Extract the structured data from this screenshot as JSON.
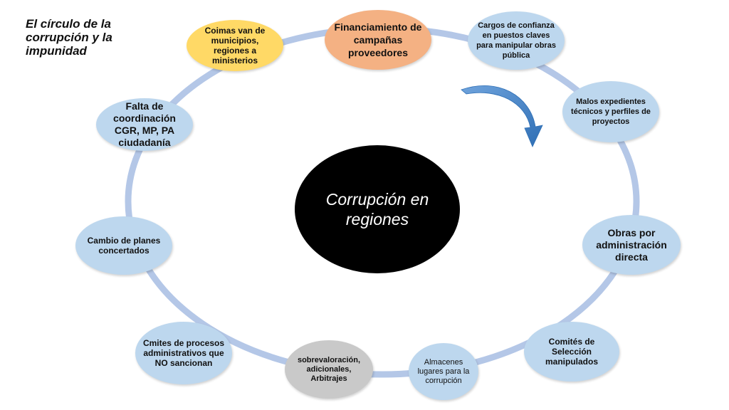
{
  "title": "El círculo de la corrupción y la impunidad",
  "center": {
    "label": "Corrupción en regiones"
  },
  "nodes": {
    "coimas": "Coimas van de municipios, regiones a ministerios",
    "financiamiento": "Financiamiento de campañas proveedores",
    "cargos": "Cargos de confianza en puestos claves para manipular obras pública",
    "malos": "Malos expedientes técnicos y perfiles de proyectos",
    "obras": "Obras por administración directa",
    "comites": "Comités de Selección manipulados",
    "almacenes": "Almacenes lugares para la corrupción",
    "sobrevaloracion": "sobrevaloración, adicionales, Arbitrajes",
    "cmites": "Cmites de procesos administrativos que NO sancionan",
    "cambio": "Cambio de planes concertados",
    "falta": "Falta de coordinación CGR, MP, PA ciudadanía"
  },
  "colors": {
    "ring": "#b4c7e7",
    "node_blue": "#bdd7ee",
    "node_yellow": "#ffd966",
    "node_orange": "#f4b183",
    "node_gray": "#c9c9c9",
    "center": "#000000",
    "arrow": "#4a86c8"
  }
}
